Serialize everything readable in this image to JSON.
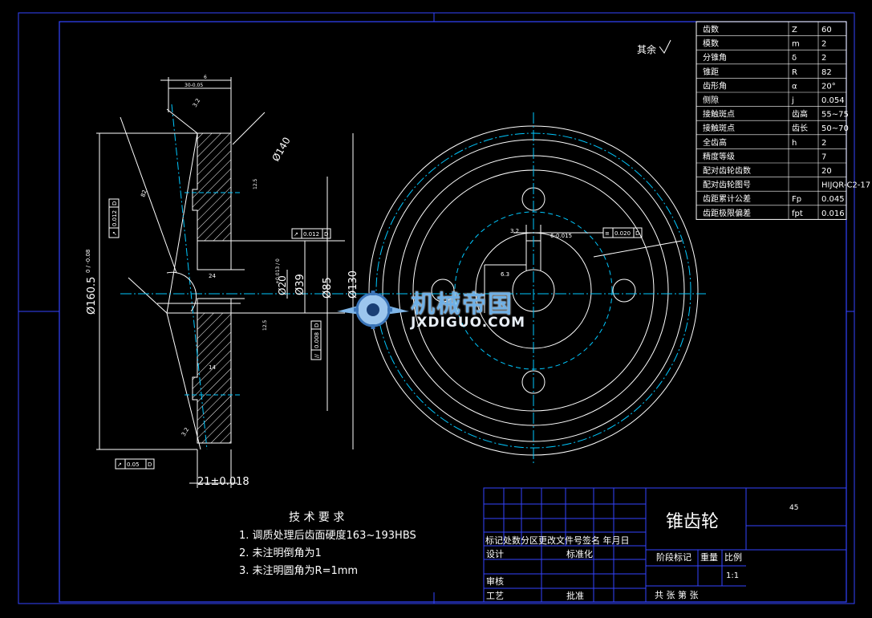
{
  "drawing": {
    "roughness_note": "其余",
    "params": [
      {
        "name": "齿数",
        "sym": "Z",
        "val": "60"
      },
      {
        "name": "模数",
        "sym": "m",
        "val": "2"
      },
      {
        "name": "分锥角",
        "sym": "δ",
        "val": "2"
      },
      {
        "name": "锥距",
        "sym": "R",
        "sym2": "",
        "val": "82"
      },
      {
        "name": "齿形角",
        "sym": "α",
        "val": "20°"
      },
      {
        "name": "侧隙",
        "sym": "j",
        "val": "0.054"
      },
      {
        "name": "接触斑点",
        "sym": "齿高",
        "val": "55~75"
      },
      {
        "name": "接触斑点",
        "sym": "齿长",
        "val": "50~70"
      },
      {
        "name": "全齿高",
        "sym": "h",
        "val": "2"
      },
      {
        "name": "精度等级",
        "sym": "",
        "val": "7"
      },
      {
        "name": "配对齿轮齿数",
        "sym": "",
        "val": "20"
      },
      {
        "name": "配对齿轮图号",
        "sym": "",
        "val": "HIJQR-C2-17"
      },
      {
        "name": "齿距累计公差",
        "sym": "Fp",
        "val": "0.045"
      },
      {
        "name": "齿距极限偏差",
        "sym": "fpt",
        "val": "0.016"
      }
    ],
    "dims": {
      "d_outer": "Ø160.5",
      "d_outer_tol": "0 / -0.08",
      "d_140": "Ø140",
      "d_85": "Ø85",
      "d_130": "Ø130",
      "d_39": "Ø39",
      "d_20": "Ø20",
      "d_20_tol": "+0.013 / 0",
      "width": "21±0.018",
      "w_24": "24",
      "w_14": "14",
      "w_30": "30",
      "w_82": "82",
      "w_30_tol": "30-0.05",
      "w_6": "6",
      "key_width": "6-0.015",
      "ra_32": "3.2",
      "ra_63": "6.3",
      "ra_125": "12.5"
    },
    "tolerance_frames": [
      {
        "sym": "↗",
        "val": "0.012",
        "ref": "D"
      },
      {
        "sym": "↗",
        "val": "0.012",
        "ref": "D"
      },
      {
        "sym": "↗",
        "val": "0.05",
        "ref": "D"
      },
      {
        "sym": "//",
        "val": "0.008",
        "ref": "D"
      },
      {
        "sym": "≡",
        "val": "0.020",
        "ref": "D"
      }
    ],
    "tech_req": {
      "title": "技 术 要 求",
      "items": [
        "1.  调质处理后齿面硬度163~193HBS",
        "2.  未注明倒角为1",
        "3.  未注明圆角为R=1mm"
      ]
    },
    "title_block": {
      "part_name": "锥齿轮",
      "material": "45",
      "header_row": "标记处数分区更改文件号签名 年月日",
      "design": "设计",
      "standardize": "标准化",
      "stage_mark": "阶段标记",
      "weight": "重量",
      "scale": "比例",
      "scale_val": "1:1",
      "review": "审核",
      "process": "工艺",
      "approve": "批准",
      "sheets": "共    张  第    张"
    }
  },
  "watermark": {
    "title": "机械帝国",
    "url": "JXDIGUO.COM"
  },
  "colors": {
    "background": "#000000",
    "frame": "#2244ff",
    "lines": "#ffffff",
    "dims": "#ffffff",
    "center": "#00c8ff",
    "hatch": "#ffffff"
  }
}
